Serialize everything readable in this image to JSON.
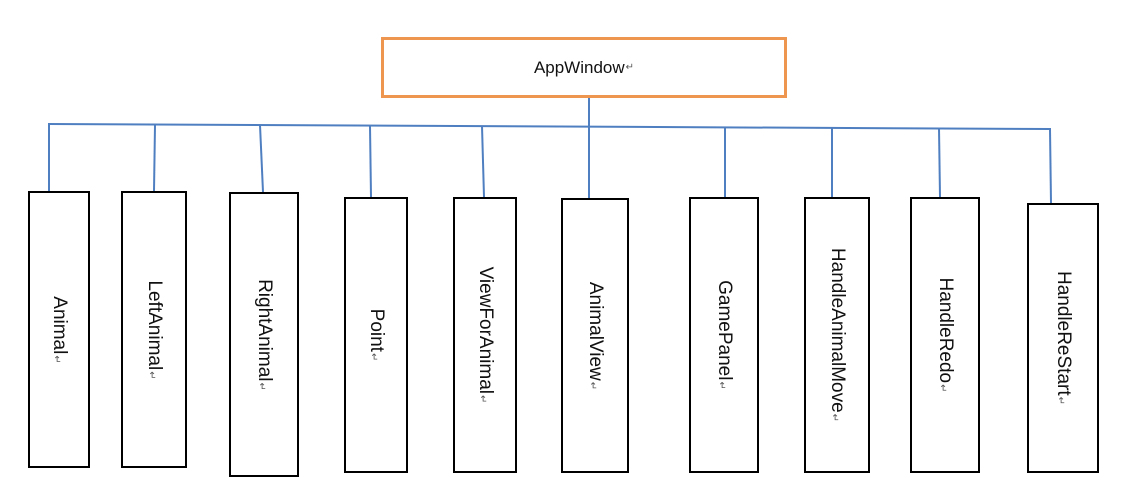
{
  "root": {
    "label": "AppWindow",
    "border_color": "#ee9550"
  },
  "paragraph_mark": "↵",
  "connector_color": "#4f7fc0",
  "children": [
    {
      "label": "Animal"
    },
    {
      "label": "LeftAnimal"
    },
    {
      "label": "RightAnimal"
    },
    {
      "label": "Point"
    },
    {
      "label": "ViewForAnimal"
    },
    {
      "label": "AnimalView"
    },
    {
      "label": "GamePanel"
    },
    {
      "label": "HandleAnimalMove"
    },
    {
      "label": "HandleRedo"
    },
    {
      "label": "HandleReStart"
    }
  ]
}
